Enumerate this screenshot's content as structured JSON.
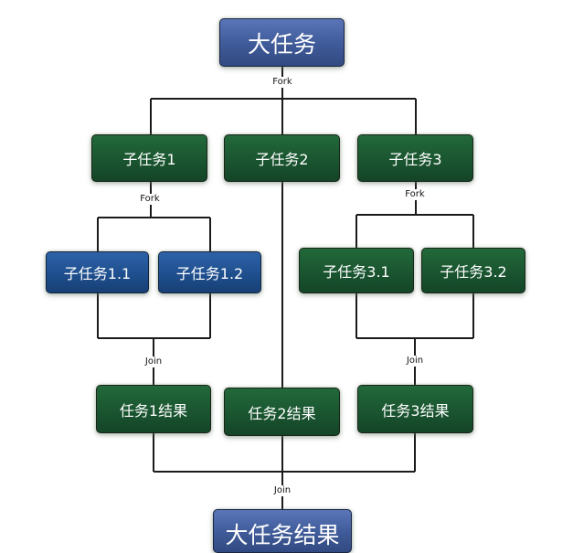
{
  "top_task": "大任务",
  "subtasks": {
    "t1": "子任务1",
    "t2": "子任务2",
    "t3": "子任务3",
    "t1_1": "子任务1.1",
    "t1_2": "子任务1.2",
    "t3_1": "子任务3.1",
    "t3_2": "子任务3.2"
  },
  "results": {
    "r1": "任务1结果",
    "r2": "任务2结果",
    "r3": "任务3结果",
    "final": "大任务结果"
  },
  "labels": {
    "fork": "Fork",
    "join": "Join"
  },
  "colors": {
    "green_node": "#1a5530",
    "blue_node": "#1f4f8e",
    "navy_node": "#3f5a98",
    "connector": "#1b1b1b"
  }
}
